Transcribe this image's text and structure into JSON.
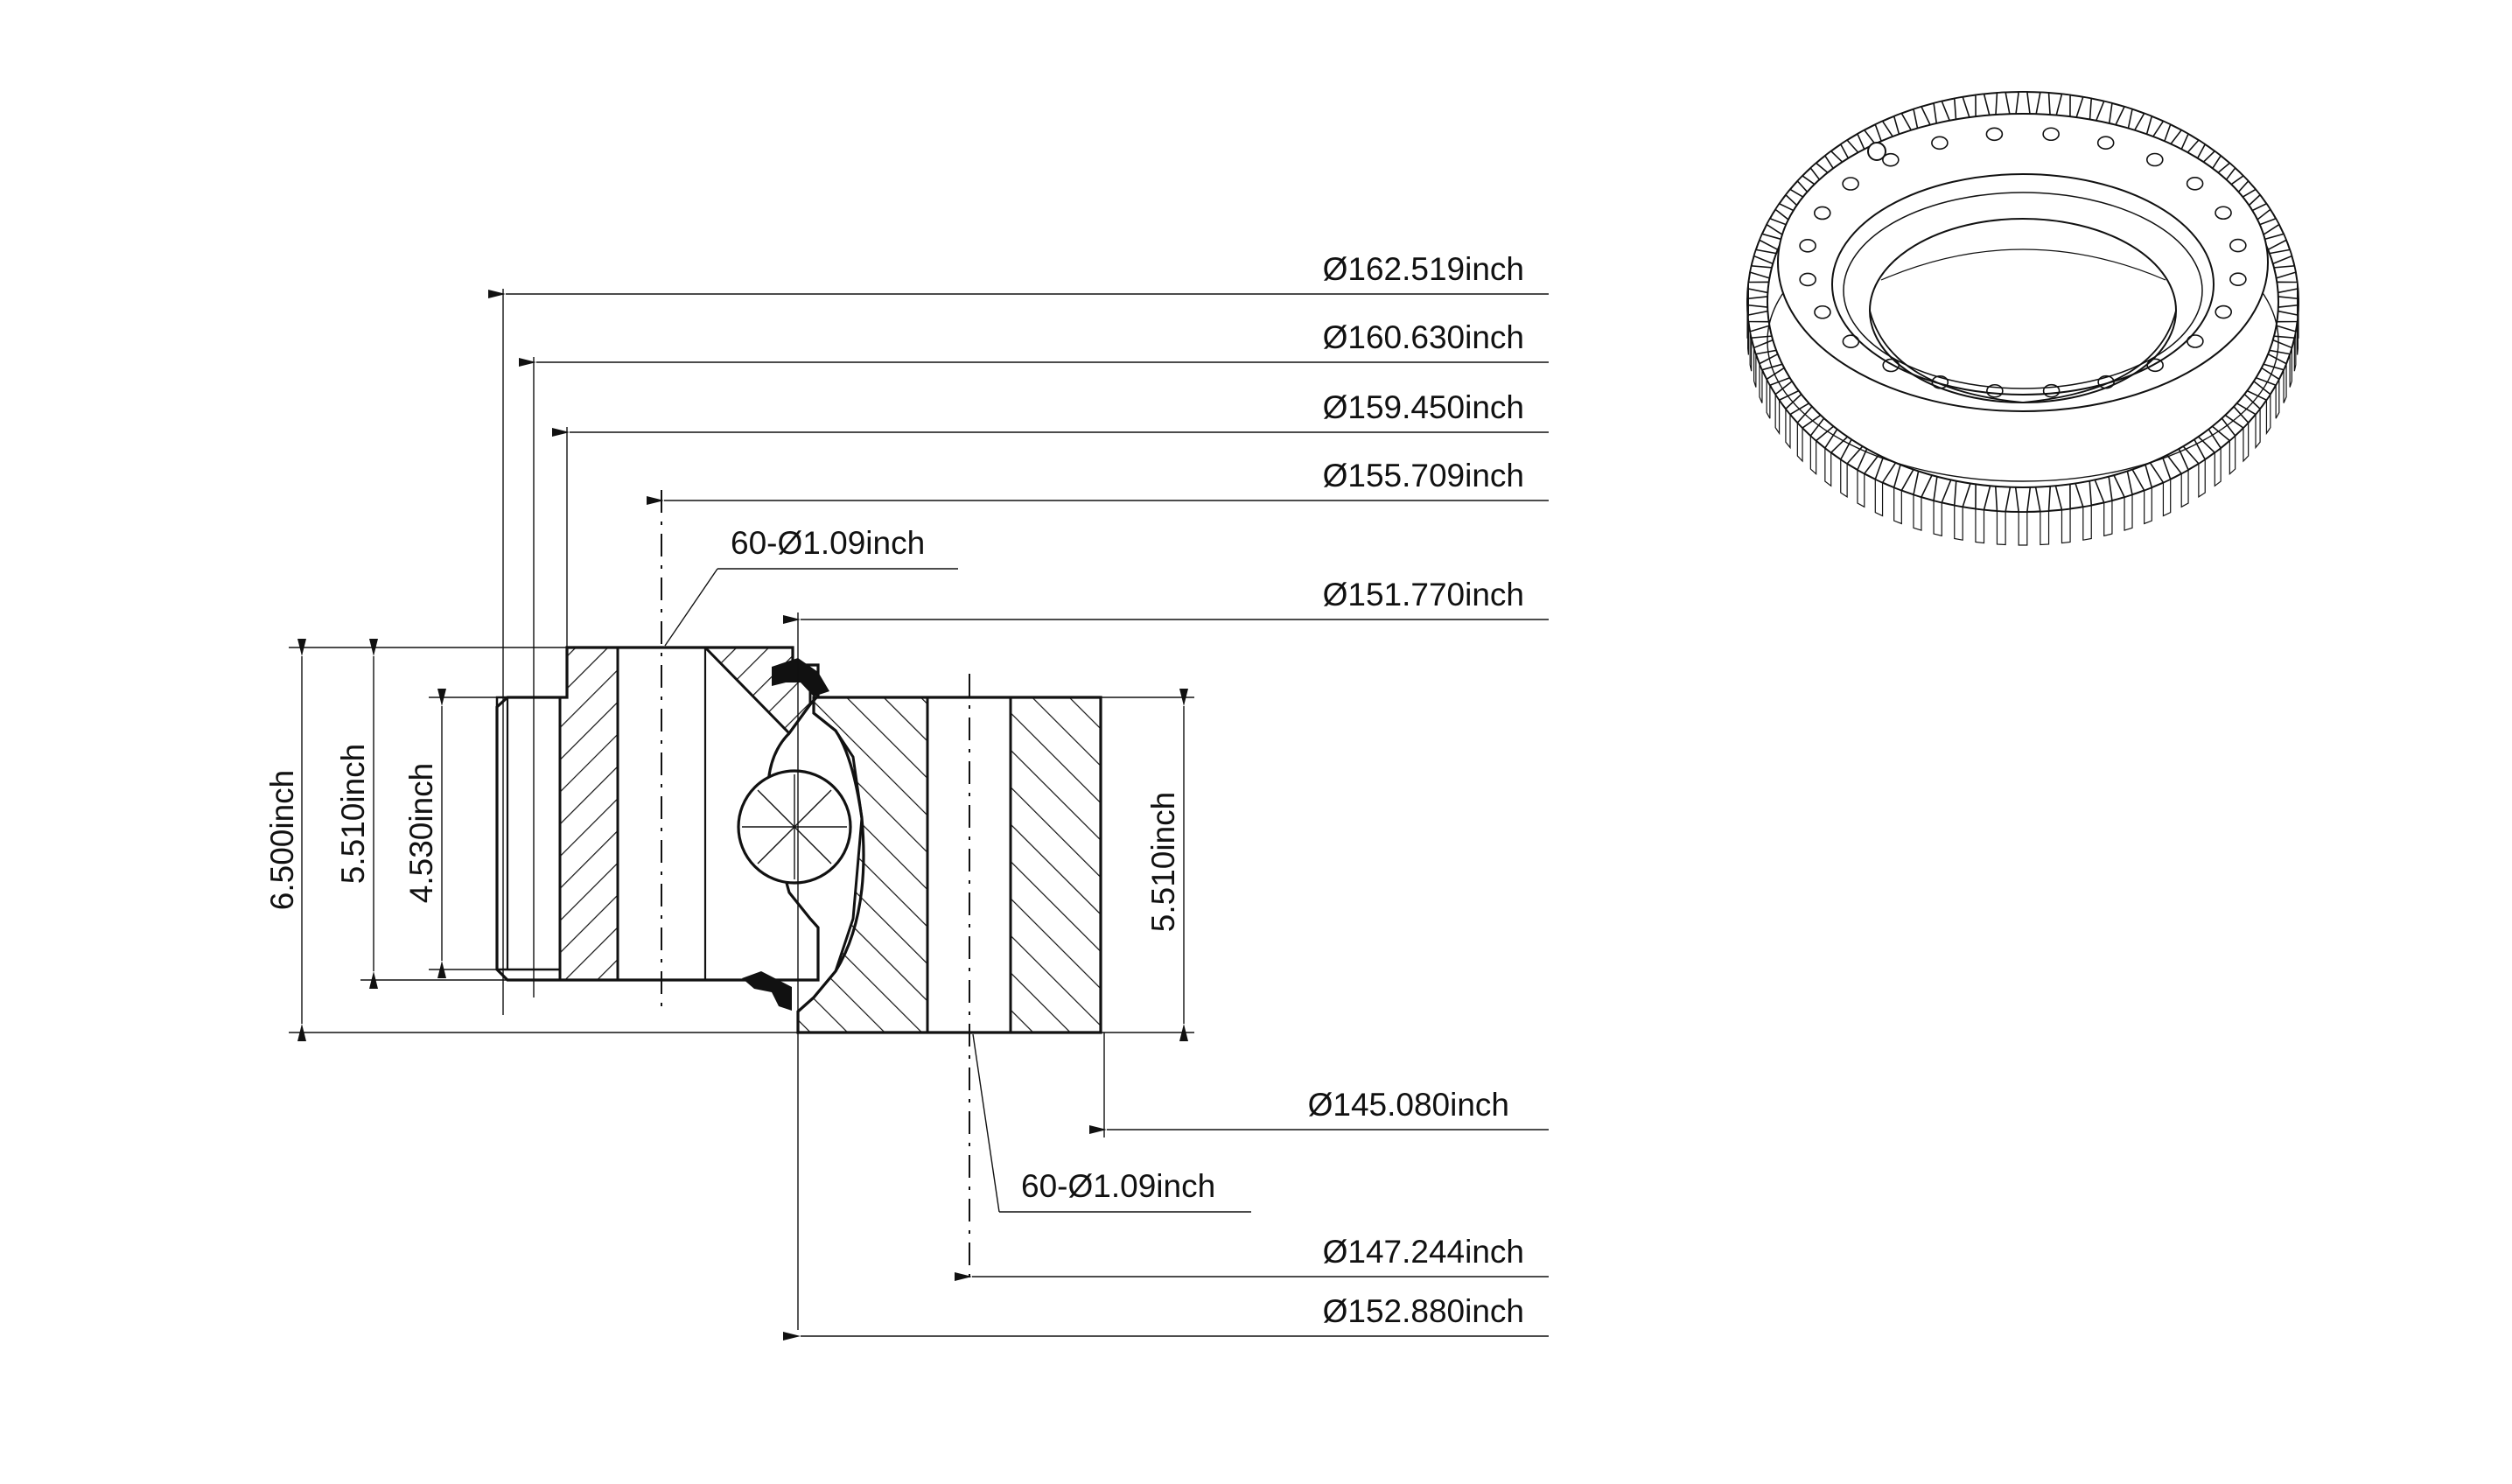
{
  "section": {
    "leaders": {
      "od_top": "Ø162.519inch",
      "pitch_outer": "Ø160.630inch",
      "step_outer": "Ø159.450inch",
      "bolt_circle_outer": "Ø155.709inch",
      "holes_outer": "60-Ø1.09inch",
      "seal_dia": "Ø151.770inch",
      "id_inner": "Ø145.080inch",
      "holes_inner": "60-Ø1.09inch",
      "bolt_circle_inner": "Ø147.244inch",
      "inner_ring_od": "Ø152.880inch"
    },
    "vertical_dims": {
      "total_height": "6.500inch",
      "outer_ring_height": "5.510inch",
      "outer_step_height": "4.530inch",
      "inner_ring_height": "5.510inch"
    }
  },
  "iso_view": {
    "tooth_count": 80,
    "bolt_hole_count": 24
  },
  "colors": {
    "line": "#111111",
    "background": "#ffffff"
  }
}
